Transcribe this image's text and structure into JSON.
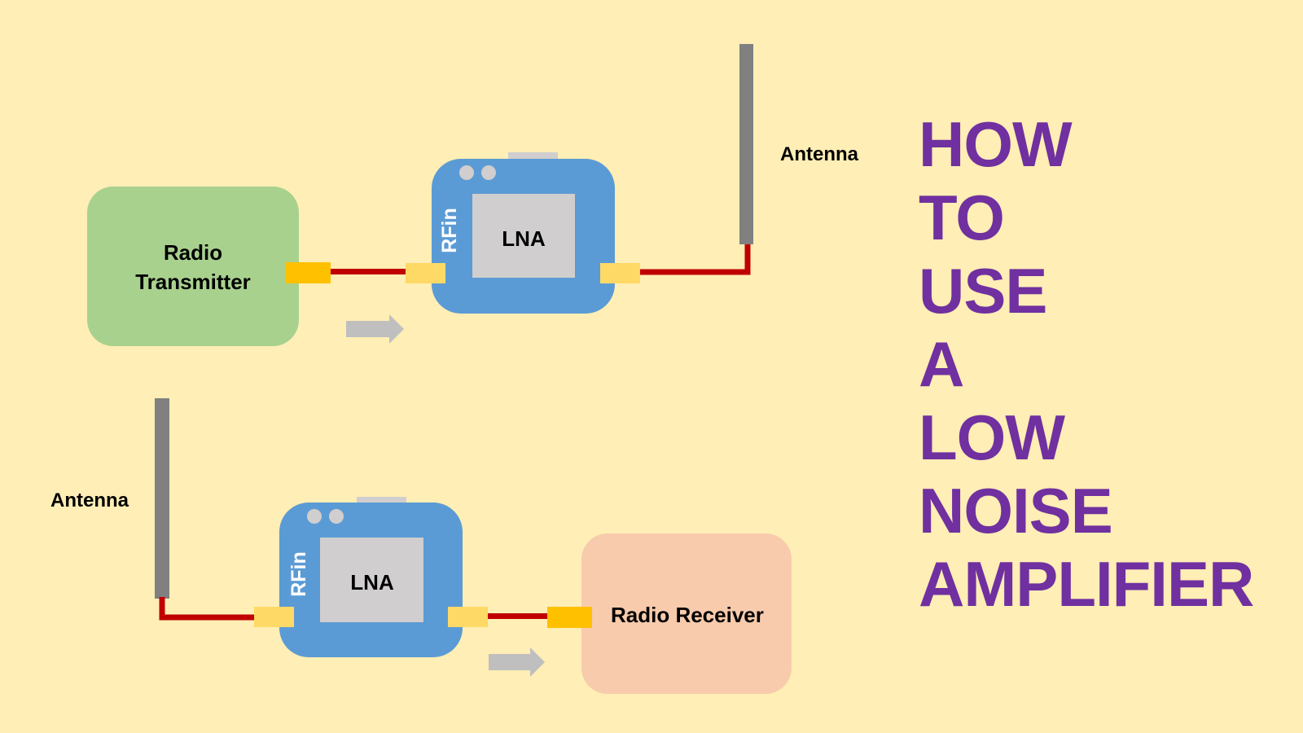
{
  "title_words": [
    "HOW",
    "TO",
    "USE",
    "A",
    "LOW",
    "NOISE",
    "AMPLIFIER"
  ],
  "transmit_chain": {
    "radio_label_line1": "Radio",
    "radio_label_line2": "Transmitter",
    "lna_label": "LNA",
    "rfin_label": "RFin",
    "antenna_label": "Antenna"
  },
  "receive_chain": {
    "antenna_label": "Antenna",
    "lna_label": "LNA",
    "rfin_label": "RFin",
    "radio_label": "Radio Receiver"
  },
  "colors": {
    "background": "#FFEEB5",
    "title": "#7030A0",
    "transmitter_box": "#A9D18E",
    "receiver_box": "#F8CBAD",
    "lna_board": "#5B9BD5",
    "lna_chip": "#D0CECE",
    "cable": "#C00000",
    "antenna": "#808080",
    "connector_dark": "#FFC000",
    "connector_light": "#FFD966",
    "arrow": "#BFBFBF"
  }
}
